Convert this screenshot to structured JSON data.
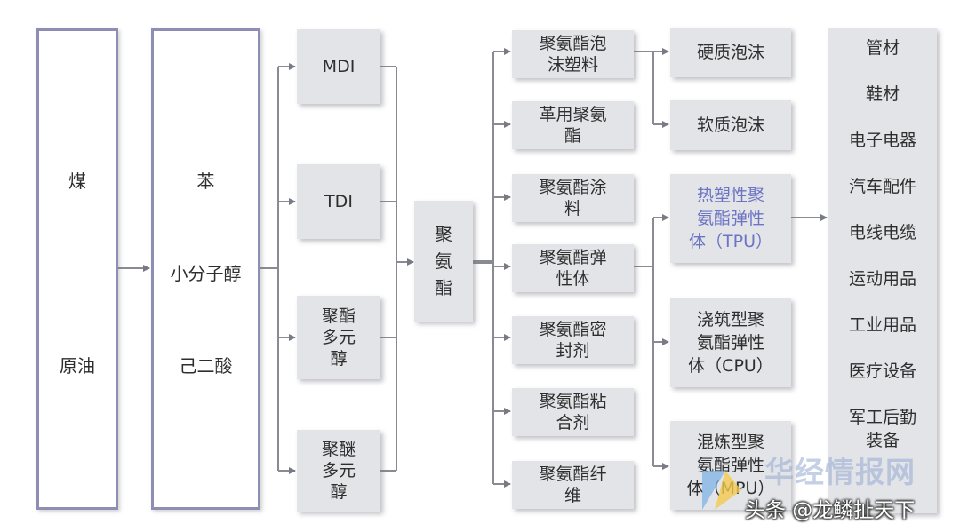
{
  "raw": {
    "col1": [
      "煤",
      "原油"
    ],
    "col2": [
      "苯",
      "小分子醇",
      "己二酸"
    ]
  },
  "intermediates": [
    "MDI",
    "TDI",
    "聚酯多元醇",
    "聚醚多元醇"
  ],
  "intermediates_lines": [
    [
      "MDI"
    ],
    [
      "TDI"
    ],
    [
      "聚酯",
      "多元",
      "醇"
    ],
    [
      "聚醚",
      "多元",
      "醇"
    ]
  ],
  "center": {
    "label": "聚氨酯",
    "lines": [
      "聚",
      "氨",
      "酯"
    ]
  },
  "products": [
    [
      "聚氨酯泡",
      "沫塑料"
    ],
    [
      "革用聚氨",
      "酯"
    ],
    [
      "聚氨酯涂",
      "料"
    ],
    [
      "聚氨酯弹",
      "性体"
    ],
    [
      "聚氨酯密",
      "封剂"
    ],
    [
      "聚氨酯粘",
      "合剂"
    ],
    [
      "聚氨酯纤",
      "维"
    ]
  ],
  "foams": [
    "硬质泡沫",
    "软质泡沫"
  ],
  "elastomers": [
    {
      "lines": [
        "热塑性聚",
        "氨酯弹性",
        "体（TPU）"
      ],
      "highlight": true
    },
    {
      "lines": [
        "浇筑型聚",
        "氨酯弹性",
        "体（CPU）"
      ],
      "highlight": false
    },
    {
      "lines": [
        "混炼型聚",
        "氨酯弹性",
        "体（MPU）"
      ],
      "highlight": false
    }
  ],
  "applications": [
    "管材",
    "鞋材",
    "电子电器",
    "汽车配件",
    "电线电缆",
    "运动用品",
    "工业用品",
    "医疗设备",
    "军工后勤",
    "装备"
  ],
  "watermark": "华经情报网",
  "credit": "头条 @龙鳞扯天下",
  "colors": {
    "box": "#e3e4e8",
    "outline": "#8e8eb4",
    "highlight_text": "#6c74c4",
    "line": "#8a8a92"
  }
}
